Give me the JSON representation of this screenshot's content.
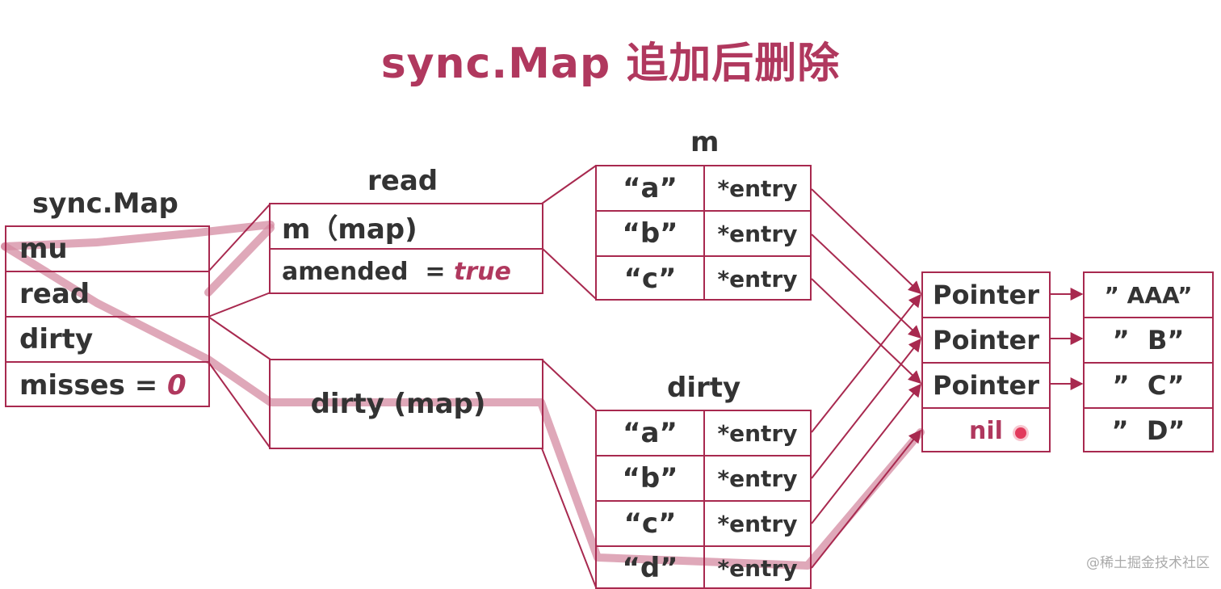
{
  "title": "sync.Map 追加后删除",
  "syncmap": {
    "label": "sync.Map",
    "fields": [
      "mu",
      "read",
      "dirty",
      "misses = "
    ],
    "misses_value": "0"
  },
  "read": {
    "label": "read",
    "m_field": "m（map)",
    "amended_label": "amended  = ",
    "amended_value": "true"
  },
  "m": {
    "label": "m",
    "keys": [
      "“a”",
      "“b”",
      "“c”"
    ],
    "values": [
      "*entry",
      "*entry",
      "*entry"
    ]
  },
  "dirty_struct": {
    "field": "dirty (map)"
  },
  "dirty": {
    "label": "dirty",
    "keys": [
      "“a”",
      "“b”",
      "“c”",
      "“d”"
    ],
    "values": [
      "*entry",
      "*entry",
      "*entry",
      "*entry"
    ]
  },
  "pointers": [
    "Pointer",
    "Pointer",
    "Pointer",
    "nil"
  ],
  "values": [
    "” AAA”",
    "”  B”",
    "”  C”",
    "”  D”"
  ],
  "watermark": "@稀土掘金技术社区",
  "colors": {
    "accent": "#b0385e",
    "border": "#a8294f",
    "highlight": "#d48ba1",
    "text": "#333333"
  }
}
